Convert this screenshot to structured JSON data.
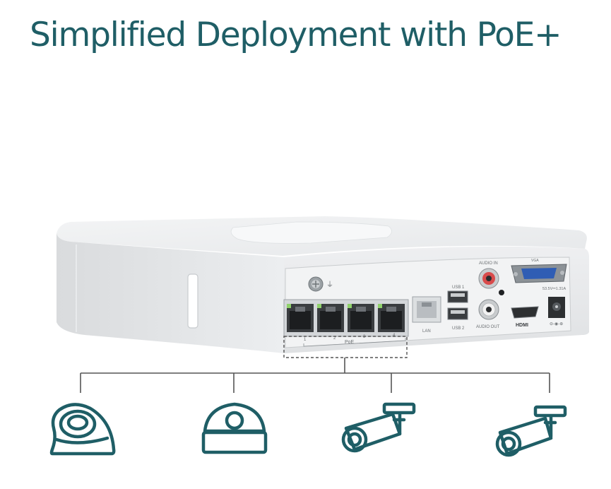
{
  "headline": "Simplified Deployment with PoE+",
  "device": {
    "poe_label": "PoE",
    "port_numbers": [
      "1",
      "2",
      "3",
      "4"
    ],
    "lan_label": "LAN",
    "usb1_label": "USB 1",
    "usb2_label": "USB 2",
    "audio_in_label": "AUDIO IN",
    "audio_out_label": "AUDIO OUT",
    "vga_label": "VGA",
    "hdmi_label": "HDMI",
    "power_label": "53.5V⎓1.31A"
  },
  "cameras": [
    {
      "type": "turret-camera-icon"
    },
    {
      "type": "dome-camera-icon"
    },
    {
      "type": "bullet-camera-icon"
    },
    {
      "type": "bullet-camera-icon"
    }
  ],
  "colors": {
    "headline": "#1f5e66",
    "icon_stroke": "#1f5e66",
    "connector_line": "#555555"
  }
}
